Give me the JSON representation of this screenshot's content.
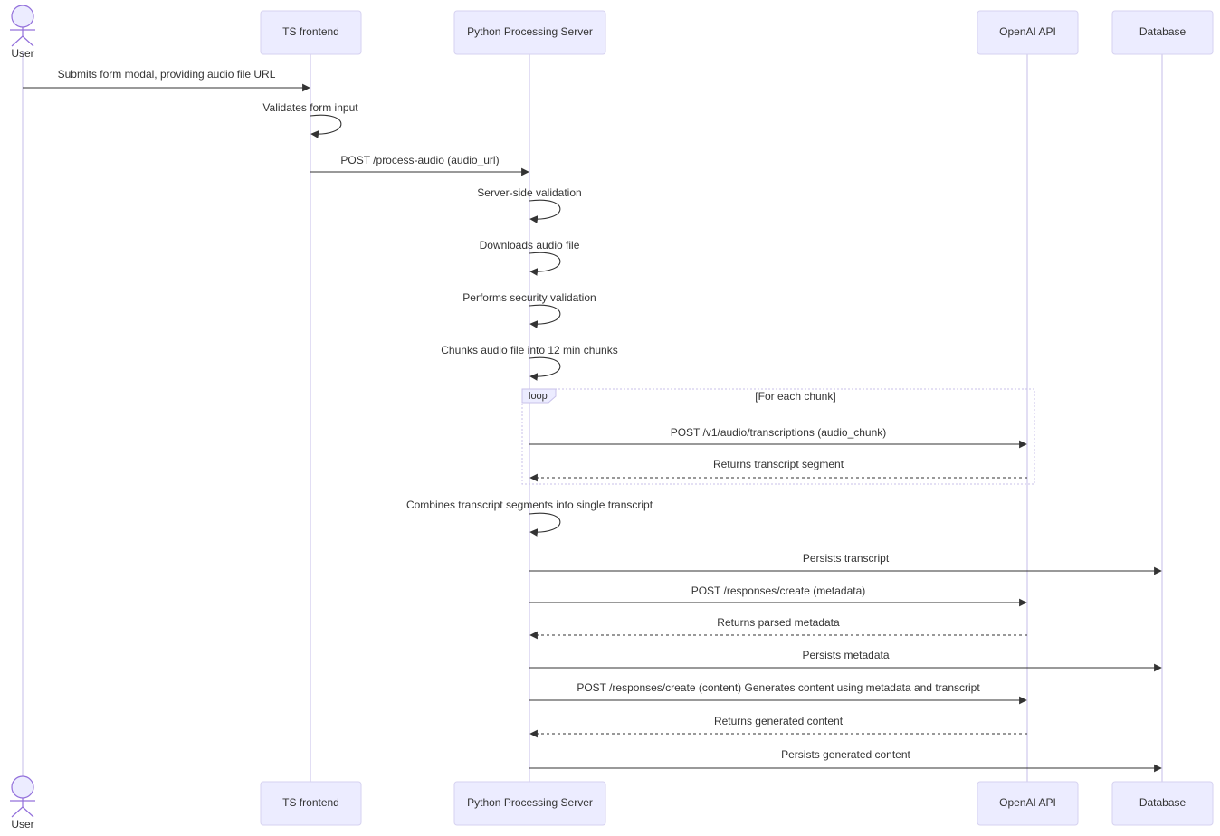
{
  "participants": [
    {
      "id": "user",
      "label": "User",
      "kind": "actor"
    },
    {
      "id": "ts",
      "label": "TS frontend",
      "kind": "box"
    },
    {
      "id": "py",
      "label": "Python Processing Server",
      "kind": "box"
    },
    {
      "id": "openai",
      "label": "OpenAI API",
      "kind": "box"
    },
    {
      "id": "db",
      "label": "Database",
      "kind": "box"
    }
  ],
  "messages": [
    {
      "from": "user",
      "to": "ts",
      "text": "Submits form modal, providing audio file URL",
      "style": "solid"
    },
    {
      "from": "ts",
      "to": "ts",
      "text": "Validates form input",
      "style": "solid"
    },
    {
      "from": "ts",
      "to": "py",
      "text": "POST /process-audio (audio_url)",
      "style": "solid"
    },
    {
      "from": "py",
      "to": "py",
      "text": "Server-side validation",
      "style": "solid"
    },
    {
      "from": "py",
      "to": "py",
      "text": "Downloads audio file",
      "style": "solid"
    },
    {
      "from": "py",
      "to": "py",
      "text": "Performs security validation",
      "style": "solid"
    },
    {
      "from": "py",
      "to": "py",
      "text": "Chunks audio file into 12 min chunks",
      "style": "solid"
    },
    {
      "from": "py",
      "to": "openai",
      "text": "POST /v1/audio/transcriptions (audio_chunk)",
      "style": "solid"
    },
    {
      "from": "openai",
      "to": "py",
      "text": "Returns transcript segment",
      "style": "dashed"
    },
    {
      "from": "py",
      "to": "py",
      "text": "Combines transcript segments into single transcript",
      "style": "solid"
    },
    {
      "from": "py",
      "to": "db",
      "text": "Persists transcript",
      "style": "solid"
    },
    {
      "from": "py",
      "to": "openai",
      "text": "POST /responses/create (metadata)",
      "style": "solid"
    },
    {
      "from": "openai",
      "to": "py",
      "text": "Returns parsed metadata",
      "style": "dashed"
    },
    {
      "from": "py",
      "to": "db",
      "text": "Persists metadata",
      "style": "solid"
    },
    {
      "from": "py",
      "to": "openai",
      "text": "POST /responses/create (content) Generates content using metadata and transcript",
      "style": "solid"
    },
    {
      "from": "openai",
      "to": "py",
      "text": "Returns generated content",
      "style": "dashed"
    },
    {
      "from": "py",
      "to": "db",
      "text": "Persists generated content",
      "style": "solid"
    }
  ],
  "loop": {
    "label": "loop",
    "condition": "[For each chunk]",
    "from_message": 7,
    "to_message": 8
  },
  "colors": {
    "box_fill": "#ECECFF",
    "actor_stroke": "#9370DB",
    "lifeline": "#cfc8ec",
    "text": "#333333"
  }
}
